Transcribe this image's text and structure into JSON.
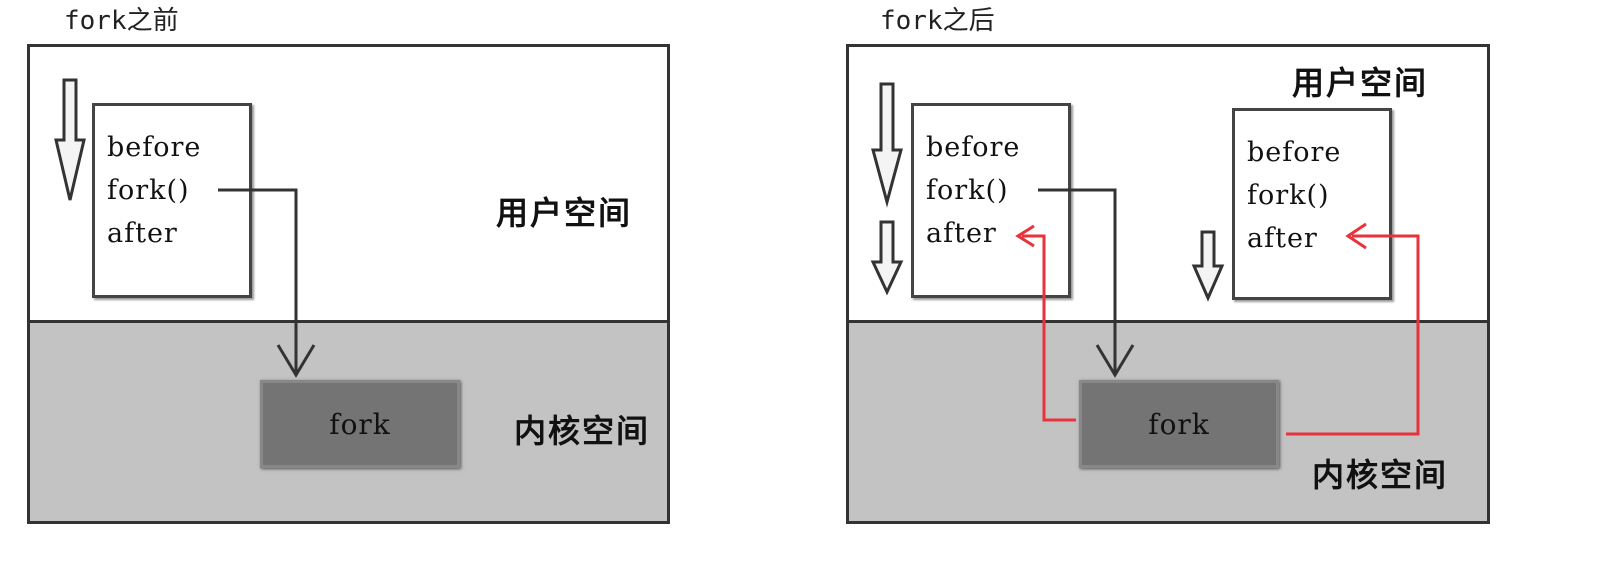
{
  "before_panel": {
    "title": "fork之前",
    "user_space_label": "用户空间",
    "kernel_space_label": "内核空间",
    "code_lines": [
      "before",
      "fork()",
      "after"
    ],
    "kernel_box_label": "fork"
  },
  "after_panel": {
    "title": "fork之后",
    "user_space_label": "用户空间",
    "kernel_space_label": "内核空间",
    "parent_code_lines": [
      "before",
      "fork()",
      "after"
    ],
    "child_code_lines": [
      "before",
      "fork()",
      "after"
    ],
    "kernel_box_label": "fork"
  },
  "colors": {
    "return_arrow": "#e8323c",
    "kernel_bg": "#c3c3c3",
    "fork_box": "#747474"
  }
}
